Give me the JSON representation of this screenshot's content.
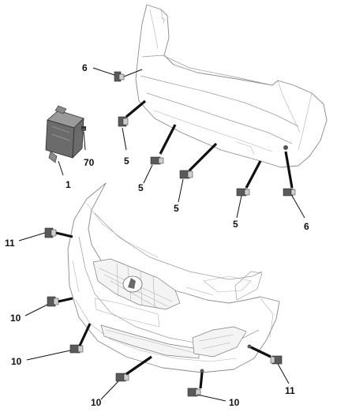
{
  "callouts": {
    "c6a": "6",
    "c6b": "6",
    "c70": "70",
    "c1": "1",
    "c5a": "5",
    "c5b": "5",
    "c5c": "5",
    "c5d": "5",
    "c11a": "11",
    "c11b": "11",
    "c10a": "10",
    "c10b": "10",
    "c10c": "10",
    "c10d": "10"
  },
  "colors": {
    "line": "#8a8a8a",
    "sensor": "#5a5a5a",
    "text": "#111111"
  }
}
